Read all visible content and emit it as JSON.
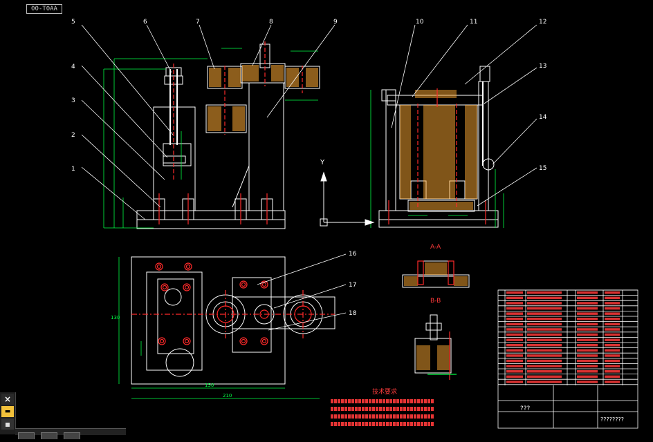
{
  "window": {
    "tab_label": "00-T0AA"
  },
  "colors": {
    "background": "#000000",
    "line": "#ffffff",
    "dim": "#00ff44",
    "center": "#ff2a2a",
    "hatch": "#ffaa33",
    "bolt": "#ff3a3a",
    "text": "#ffffff"
  },
  "leaders": [
    "1",
    "2",
    "3",
    "4",
    "5",
    "6",
    "7",
    "8",
    "9",
    "10",
    "11",
    "12",
    "13",
    "14",
    "15",
    "16",
    "17",
    "18"
  ],
  "section_labels": {
    "aa": "A-A",
    "bb": "B-B"
  },
  "dims": {
    "width_main": "210",
    "width_inner": "150",
    "height_main": "130"
  },
  "notes": {
    "title": "技术要求"
  },
  "title_block": {
    "drawing_name": "???",
    "drawing_no": "????????"
  },
  "side_toolbar": {
    "close": "×",
    "layer": "▬"
  }
}
